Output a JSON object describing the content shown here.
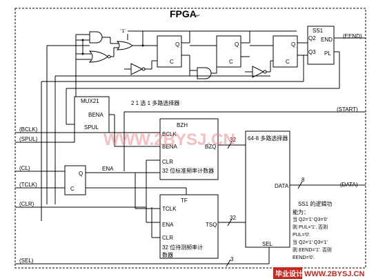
{
  "title": "FPGA",
  "title_mark": "↵",
  "constant_one": "'1'",
  "blocks": {
    "ss1": {
      "title": "SS1",
      "q2": "Q2",
      "q3": "Q3",
      "end": "END",
      "pl": "PL"
    },
    "ff": {
      "q": "Q",
      "c": "C"
    },
    "mux": {
      "name": "MUX21",
      "bena": "BENA",
      "spul": "SPUL",
      "caption": "2 1 选 1 多路选择器"
    },
    "ff_ena": {
      "q": "Q",
      "c": "C",
      "ena": "ENA"
    },
    "counter_bzh": {
      "name": "BZH",
      "bclk": "BCLK",
      "bena": "BENA",
      "clr": "CLR",
      "out": "BZQ",
      "caption": "32 位标准频率计数器"
    },
    "counter_tf": {
      "name": "TF",
      "tclk": "TCLK",
      "ena": "ENA",
      "clr": "CLR",
      "out": "TSQ",
      "caption_1": "32 位待测频率计",
      "caption_2": "数器"
    },
    "mux64": {
      "caption": "64-8 多路选择器",
      "data": "DATA",
      "sel": "SEL"
    }
  },
  "bus_widths": {
    "bzq": "32",
    "tsq": "32",
    "data": "8",
    "sel": "3"
  },
  "ports": {
    "eend": "(EEND)",
    "start": "(START)",
    "data": "(DATA)",
    "bclk": "(BCLK)",
    "spul": "(SPUL)",
    "cl": "(CL)",
    "tclk": "(TCLK)",
    "clr": "(CLR)",
    "sel": "(SEL)"
  },
  "notes": [
    "SS1 的逻辑功",
    "能为：",
    "当 Q2='1' Q3='0'",
    "则 PUL='1'. 否则",
    "PUL='0'.",
    "当 Q2='1' Q3='1'",
    "则 EEND='1'. 否则",
    "EEND='0'."
  ],
  "watermark": "WWW.2BYSJ.CN",
  "footer": {
    "brand": "毕业设计",
    "site": "WWW.2BYSJ.CN"
  },
  "colors": {
    "line": "#000000",
    "watermark": "#f08a8a",
    "footer_bg": "#c8281e",
    "footer_text": "#ffffff"
  }
}
